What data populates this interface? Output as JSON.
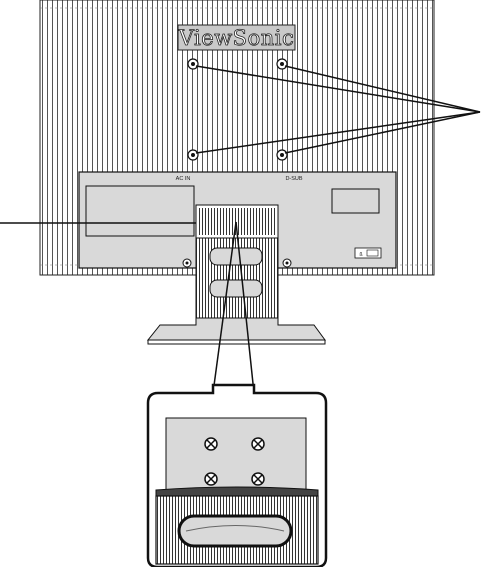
{
  "brand": {
    "name": "ViewSonic"
  },
  "ports": {
    "ac_in": "AC IN",
    "d_sub": "D-SUB"
  },
  "lock": {
    "symbol": "ß"
  },
  "icons": {
    "screw": "screw-icon",
    "cross_screw": "cross-screw-icon"
  },
  "colors": {
    "line": "#111111",
    "panel": "#d9d9d9",
    "slot": "#ffffff",
    "dark": "#444444"
  }
}
